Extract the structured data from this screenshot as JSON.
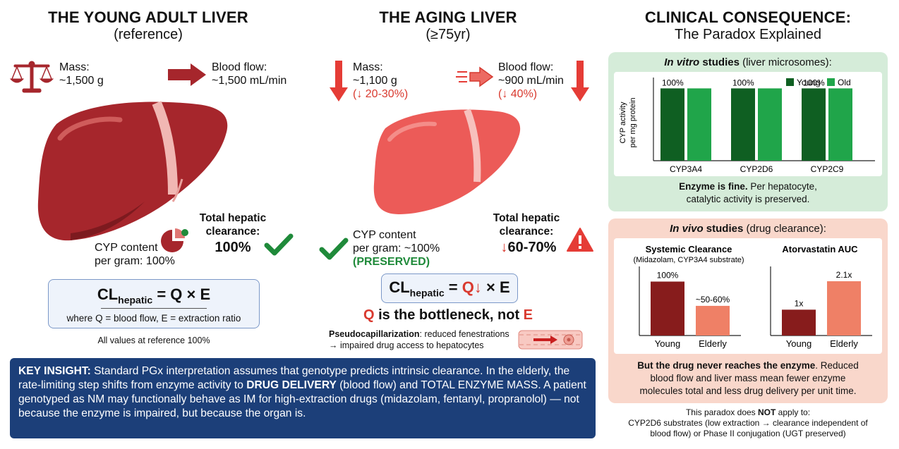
{
  "colors": {
    "liver_dark": "#a6262c",
    "liver_light": "#ec5b58",
    "arrow_red": "#e53c36",
    "green_check": "#1f8a3a",
    "navy": "#1c3f79",
    "young_bar": "#0f5f22",
    "old_bar": "#20a54a",
    "dark_red_bar": "#871c1c",
    "salmon_bar": "#ef8066"
  },
  "icons": [
    "balance-scale-icon",
    "arrow-right-icon",
    "arrow-down-icon",
    "check-icon",
    "warning-icon",
    "pie-enzyme-icon",
    "vessel-icon"
  ],
  "young": {
    "title": "THE YOUNG ADULT LIVER",
    "subtitle": "(reference)",
    "mass_label": "Mass:",
    "mass_value": "~1,500 g",
    "flow_label": "Blood flow:",
    "flow_value": "~1,500 mL/min",
    "cyp_line1": "CYP content",
    "cyp_line2": "per gram: 100%",
    "clearance_line1": "Total hepatic",
    "clearance_line2": "clearance:",
    "clearance_value": "100%",
    "formula_cl": "CL",
    "formula_sub": "hepatic",
    "formula_rest": "= Q × E",
    "formula_note": "where Q = blood flow, E = extraction ratio",
    "footnote": "All values at reference 100%"
  },
  "aging": {
    "title": "THE AGING LIVER",
    "subtitle": "(≥75yr)",
    "mass_label": "Mass:",
    "mass_value": "~1,100 g",
    "mass_change": "(↓ 20-30%)",
    "flow_label": "Blood flow:",
    "flow_value": "~900 mL/min",
    "flow_change": "(↓ 40%)",
    "cyp_line1": "CYP content",
    "cyp_line2": "per gram: ~100%",
    "cyp_status": "(PRESERVED)",
    "clearance_line1": "Total hepatic",
    "clearance_line2": "clearance:",
    "clearance_value": "60-70%",
    "formula_cl": "CL",
    "formula_sub": "hepatic",
    "formula_eq": " = ",
    "formula_q": "Q",
    "formula_rest": "× E",
    "bottleneck_q": "Q",
    "bottleneck_mid": " is the bottleneck, not ",
    "bottleneck_e": "E",
    "pseudo_bold": "Pseudocapillarization",
    "pseudo_rest": ": reduced fenestrations",
    "pseudo_line2": "→ impaired drug access to hepatocytes"
  },
  "clinical": {
    "title": "CLINICAL CONSEQUENCE:",
    "subtitle": "The Paradox Explained",
    "invitro_italic": "In vitro",
    "invitro_bold": " studies",
    "invitro_rest": " (liver microsomes):",
    "invitro_summary_bold": "Enzyme is fine.",
    "invitro_summary_rest": " Per hepatocyte,",
    "invitro_summary_line2": "catalytic activity is preserved.",
    "invivo_italic": "In vivo",
    "invivo_bold": " studies",
    "invivo_rest": " (drug clearance):",
    "invivo_summary_bold": "But the drug never reaches the enzyme",
    "invivo_summary_rest": ". Reduced",
    "invivo_summary_line2": "blood flow and liver mass mean fewer enzyme",
    "invivo_summary_line3": "molecules total and less drug delivery per unit time.",
    "footer_pre": "This paradox does ",
    "footer_not": "NOT",
    "footer_post": " apply to:",
    "footer_line2": "CYP2D6 substrates (low extraction → clearance independent of",
    "footer_line3": "blood flow) or Phase II conjugation (UGT preserved)"
  },
  "key_insight": {
    "label": "KEY INSIGHT:",
    "p1": " Standard PGx interpretation assumes that genotype predicts intrinsic clearance. In the elderly, the rate-limiting step shifts from enzyme activity to ",
    "p2": "DRUG DELIVERY",
    "p3": " (blood flow) and TOTAL ENZYME MASS. A patient genotyped as NM may functionally behave as IM for high-extraction drugs (midazolam, fentanyl, propranolol) — not because the enzyme is impaired, but because the organ is."
  },
  "chart_data": [
    {
      "type": "bar",
      "ylabel": "CYP activity per mg protein",
      "categories": [
        "CYP3A4",
        "CYP2D6",
        "CYP2C9"
      ],
      "series": [
        {
          "name": "Young",
          "values": [
            100,
            100,
            100
          ]
        },
        {
          "name": "Old",
          "values": [
            100,
            100,
            100
          ]
        }
      ],
      "data_labels": [
        "100%",
        "100%",
        "100%"
      ],
      "legend": "top-right",
      "ylim": [
        0,
        115
      ]
    },
    {
      "type": "bar",
      "title": "Systemic Clearance",
      "subtitle": "(Midazolam, CYP3A4 substrate)",
      "categories": [
        "Young",
        "Elderly"
      ],
      "values": [
        100,
        55
      ],
      "data_labels": [
        "100%",
        "~50-60%"
      ],
      "ylim": [
        0,
        115
      ]
    },
    {
      "type": "bar",
      "title": "Atorvastatin AUC",
      "categories": [
        "Young",
        "Elderly"
      ],
      "values": [
        1,
        2.1
      ],
      "data_labels": [
        "1x",
        "2.1x"
      ],
      "ylim": [
        0,
        2.4
      ]
    }
  ]
}
